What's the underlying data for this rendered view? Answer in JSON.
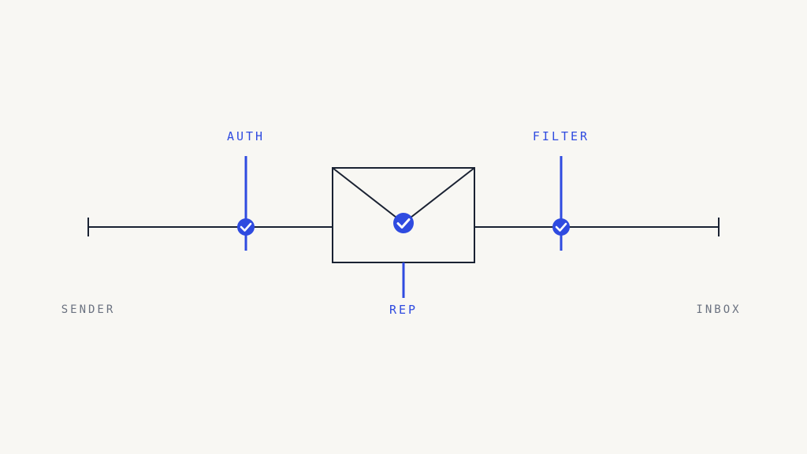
{
  "colors": {
    "background": "#f8f7f3",
    "line": "#1a2232",
    "accent": "#2f4be0",
    "muted_text": "#6b7280",
    "check_mark": "#ffffff"
  },
  "endpoints": {
    "start_label": "SENDER",
    "end_label": "INBOX"
  },
  "checkpoints": [
    {
      "id": "auth",
      "label": "AUTH",
      "icon": "check-circle-icon"
    },
    {
      "id": "rep",
      "label": "REP",
      "icon": "check-circle-icon"
    },
    {
      "id": "filter",
      "label": "FILTER",
      "icon": "check-circle-icon"
    }
  ],
  "center_icon": "envelope-icon"
}
